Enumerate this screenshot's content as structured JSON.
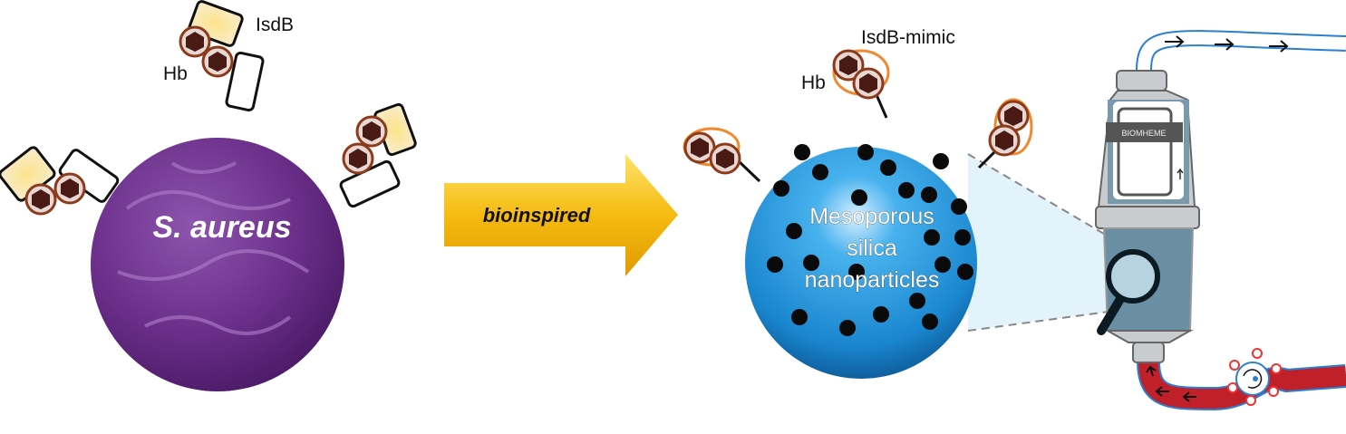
{
  "left": {
    "organism_label": "S. aureus",
    "receptor_label": "IsdB",
    "hb_label": "Hb"
  },
  "arrow": {
    "label": "bioinspired"
  },
  "right": {
    "particle_lines": [
      "Mesoporous",
      "silica",
      "nanoparticles"
    ],
    "receptor_label": "IsdB-mimic",
    "hb_label": "Hb"
  },
  "device": {
    "brand_label": "BIOMHEME"
  },
  "colors": {
    "organism": "#6b2f8a",
    "particle": "#1f8fd6",
    "arrow": "#f0b400",
    "blood": "#c0202a",
    "hb_ring": "#8b3a1a",
    "hb_core": "#4a1a14"
  }
}
